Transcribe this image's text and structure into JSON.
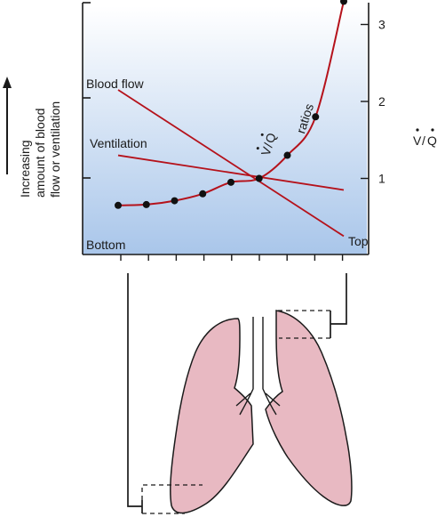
{
  "y_axis_label_lines": [
    "Increasing",
    "amount of blood",
    "flow or ventilation"
  ],
  "right_axis_label_v": "V",
  "right_axis_label_sep": "/",
  "right_axis_label_q": "Q",
  "series_labels": {
    "blood_flow": "Blood flow",
    "ventilation": "Ventilation",
    "vq_v": "V",
    "vq_sep": "/",
    "vq_q": "Q",
    "vq_ratios": "ratios"
  },
  "region_labels": {
    "bottom": "Bottom",
    "top": "Top"
  },
  "colors": {
    "curve": "#b5121b",
    "gradient_top": "#ffffff",
    "gradient_bottom": "#a9c6ea",
    "lung_fill": "#e8b9c2",
    "outline": "#1a1a1a"
  },
  "chart_data": {
    "type": "line",
    "x_categories": [
      "Bottom",
      "",
      "",
      "",
      "",
      "",
      "",
      "",
      "Top"
    ],
    "right_axis_ticks": [
      "1",
      "2",
      "3"
    ],
    "right_axis_range": [
      0,
      3.4
    ],
    "series": [
      {
        "name": "Blood flow",
        "points": [
          [
            0,
            2.15
          ],
          [
            8,
            0.25
          ]
        ]
      },
      {
        "name": "Ventilation",
        "points": [
          [
            0,
            1.3
          ],
          [
            8,
            0.85
          ]
        ]
      },
      {
        "name": "V/Q ratios",
        "points": [
          [
            0,
            0.65
          ],
          [
            1,
            0.66
          ],
          [
            2,
            0.71
          ],
          [
            3,
            0.8
          ],
          [
            4,
            0.95
          ],
          [
            5,
            1.0
          ],
          [
            6,
            1.3
          ],
          [
            7,
            1.8
          ],
          [
            8,
            3.3
          ]
        ]
      }
    ]
  }
}
